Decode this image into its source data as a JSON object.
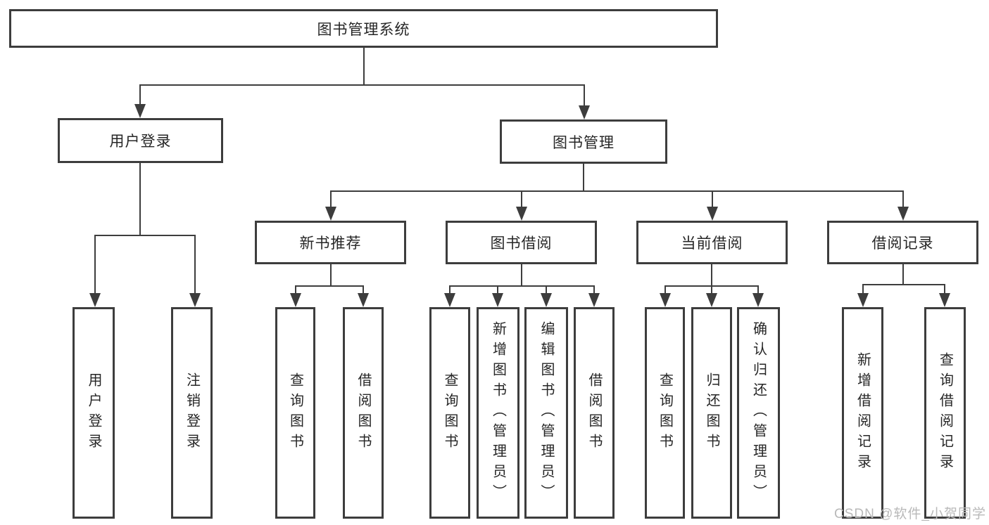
{
  "diagram": {
    "root": {
      "label": "图书管理系统"
    },
    "branches": [
      {
        "label": "用户登录",
        "children": [
          {
            "label": "用户登录"
          },
          {
            "label": "注销登录"
          }
        ]
      },
      {
        "label": "图书管理",
        "children": [
          {
            "label": "新书推荐",
            "children": [
              {
                "label": "查询图书"
              },
              {
                "label": "借阅图书"
              }
            ]
          },
          {
            "label": "图书借阅",
            "children": [
              {
                "label": "查询图书"
              },
              {
                "label": "新增图书（管理员）"
              },
              {
                "label": "编辑图书（管理员）"
              },
              {
                "label": "借阅图书"
              }
            ]
          },
          {
            "label": "当前借阅",
            "children": [
              {
                "label": "查询图书"
              },
              {
                "label": "归还图书"
              },
              {
                "label": "确认归还（管理员）"
              }
            ]
          },
          {
            "label": "借阅记录",
            "children": [
              {
                "label": "新增借阅记录"
              },
              {
                "label": "查询借阅记录"
              }
            ]
          }
        ]
      }
    ]
  },
  "watermark": {
    "text": "CSDN @软件_小贺同学"
  },
  "colors": {
    "line": "#3d3d3d",
    "border": "#3d3d3d",
    "text": "#262626",
    "watermark": "#b9b9b9",
    "background": "#ffffff"
  }
}
